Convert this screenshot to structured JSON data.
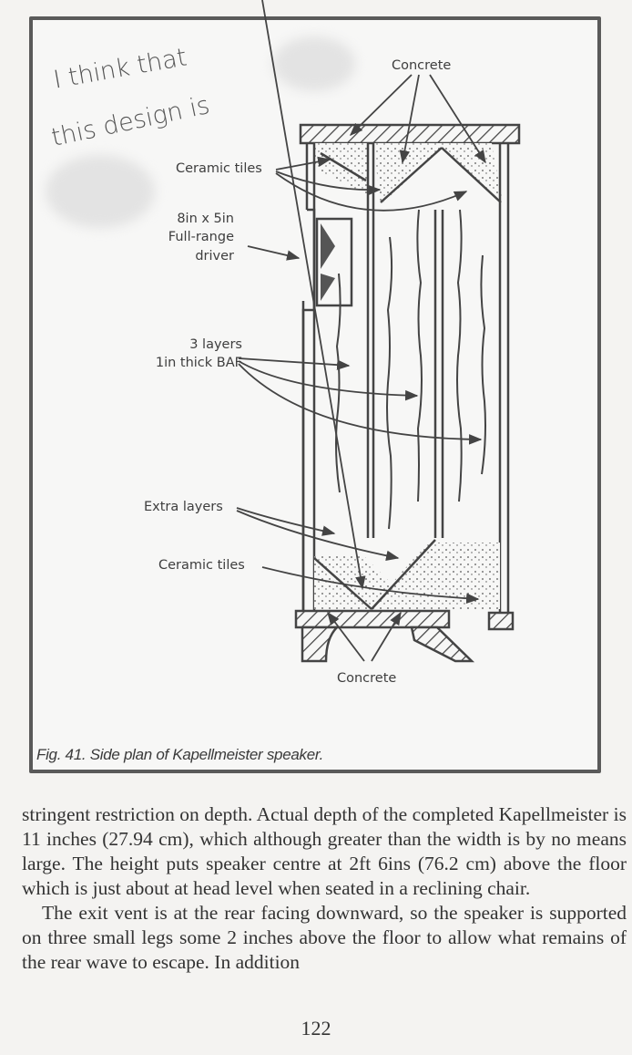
{
  "handwritten_note": {
    "line1": "I think that",
    "line2": "this design is"
  },
  "figure": {
    "caption": "Fig. 41.  Side plan of Kapellmeister speaker.",
    "labels": {
      "concrete_top": "Concrete",
      "ceramic_tiles_top": "Ceramic tiles",
      "driver_line1": "8in x 5in",
      "driver_line2": "Full-range",
      "driver_line3": "driver",
      "baf_line1": "3 layers",
      "baf_line2": "1in thick BAF",
      "extra_layers": "Extra layers",
      "ceramic_tiles_bottom": "Ceramic tiles",
      "concrete_bottom": "Concrete"
    }
  },
  "body": {
    "paragraph1": "stringent restriction on depth. Actual depth of the completed Kapellmeister is 11 inches (27.94 cm), which although greater than the width is by no means large. The height puts speaker centre at 2ft 6ins (76.2 cm) above the floor which is just about at head level when seated in a reclining chair.",
    "paragraph2": "The exit vent is at the rear facing downward, so the speaker is supported on three small legs some 2 inches above the floor to allow what remains of the rear wave to escape. In addition"
  },
  "page_number": "122"
}
